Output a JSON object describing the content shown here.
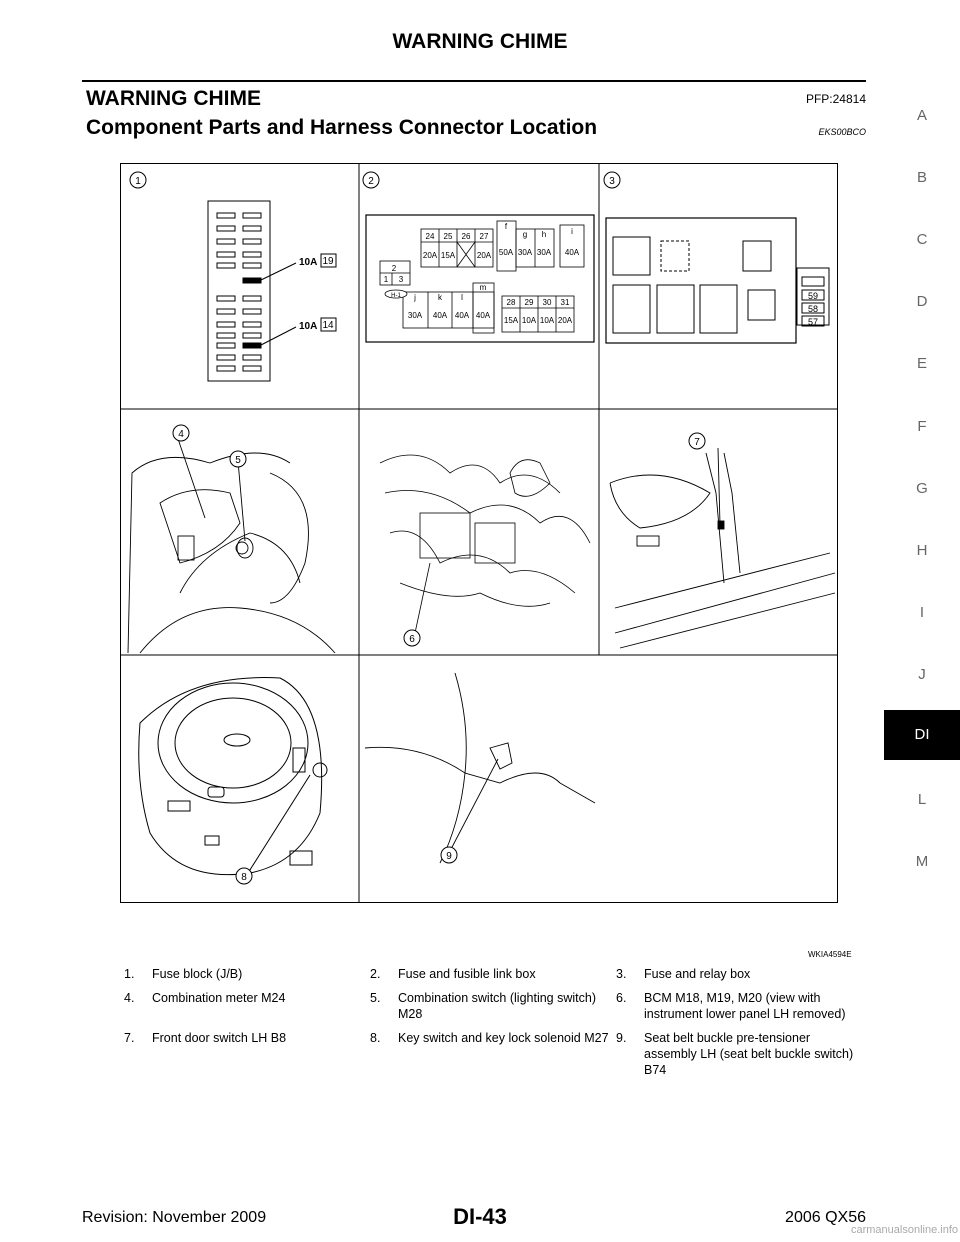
{
  "header": {
    "running_title": "WARNING CHIME"
  },
  "section": {
    "title": "WARNING CHIME",
    "code": "PFP:24814"
  },
  "subsection": {
    "title": "Component Parts and Harness Connector Location",
    "code": "EKS00BCO"
  },
  "side_index": [
    "A",
    "B",
    "C",
    "D",
    "E",
    "F",
    "G",
    "H",
    "I",
    "J",
    "DI",
    "L",
    "M"
  ],
  "side_index_active": "DI",
  "figure": {
    "id": "WKIA4594E",
    "callouts": [
      "1",
      "2",
      "3",
      "4",
      "5",
      "6",
      "7",
      "8",
      "9"
    ],
    "fuse_block": {
      "labels": [
        "10A",
        "10A"
      ],
      "slots": [
        "19",
        "14"
      ]
    },
    "fusible_link_box": {
      "top_numbers": [
        "24",
        "25",
        "26",
        "27"
      ],
      "top_ratings": [
        "20A",
        "15A",
        "20A"
      ],
      "letters": [
        "f",
        "g",
        "h",
        "i",
        "j",
        "k",
        "l",
        "m"
      ],
      "fgh_ratings": [
        "50A",
        "30A",
        "30A"
      ],
      "i_rating": "40A",
      "relay_numbers": [
        "2",
        "1",
        "3"
      ],
      "relay_tag": "H-1",
      "jkl_ratings": [
        "30A",
        "40A",
        "40A",
        "40A"
      ],
      "bottom_numbers": [
        "28",
        "29",
        "30",
        "31"
      ],
      "bottom_ratings": [
        "15A",
        "10A",
        "10A",
        "20A"
      ]
    },
    "fuse_relay_box": {
      "numbers": [
        "59",
        "58",
        "57"
      ]
    }
  },
  "legend": [
    [
      {
        "num": "1.",
        "text": "Fuse block (J/B)"
      },
      {
        "num": "2.",
        "text": "Fuse and fusible link box"
      },
      {
        "num": "3.",
        "text": "Fuse and relay box"
      }
    ],
    [
      {
        "num": "4.",
        "text": "Combination meter M24"
      },
      {
        "num": "5.",
        "text": "Combination switch (lighting switch) M28"
      },
      {
        "num": "6.",
        "text": "BCM M18, M19, M20 (view with instrument lower panel LH removed)"
      }
    ],
    [
      {
        "num": "7.",
        "text": "Front door switch LH B8"
      },
      {
        "num": "8.",
        "text": "Key switch and key lock solenoid M27"
      },
      {
        "num": "9.",
        "text": "Seat belt buckle pre-tensioner assembly LH (seat belt buckle switch) B74"
      }
    ]
  ],
  "footer": {
    "revision": "Revision: November 2009",
    "page": "DI-43",
    "model": "2006 QX56"
  },
  "watermark": "carmanualsonline.info"
}
